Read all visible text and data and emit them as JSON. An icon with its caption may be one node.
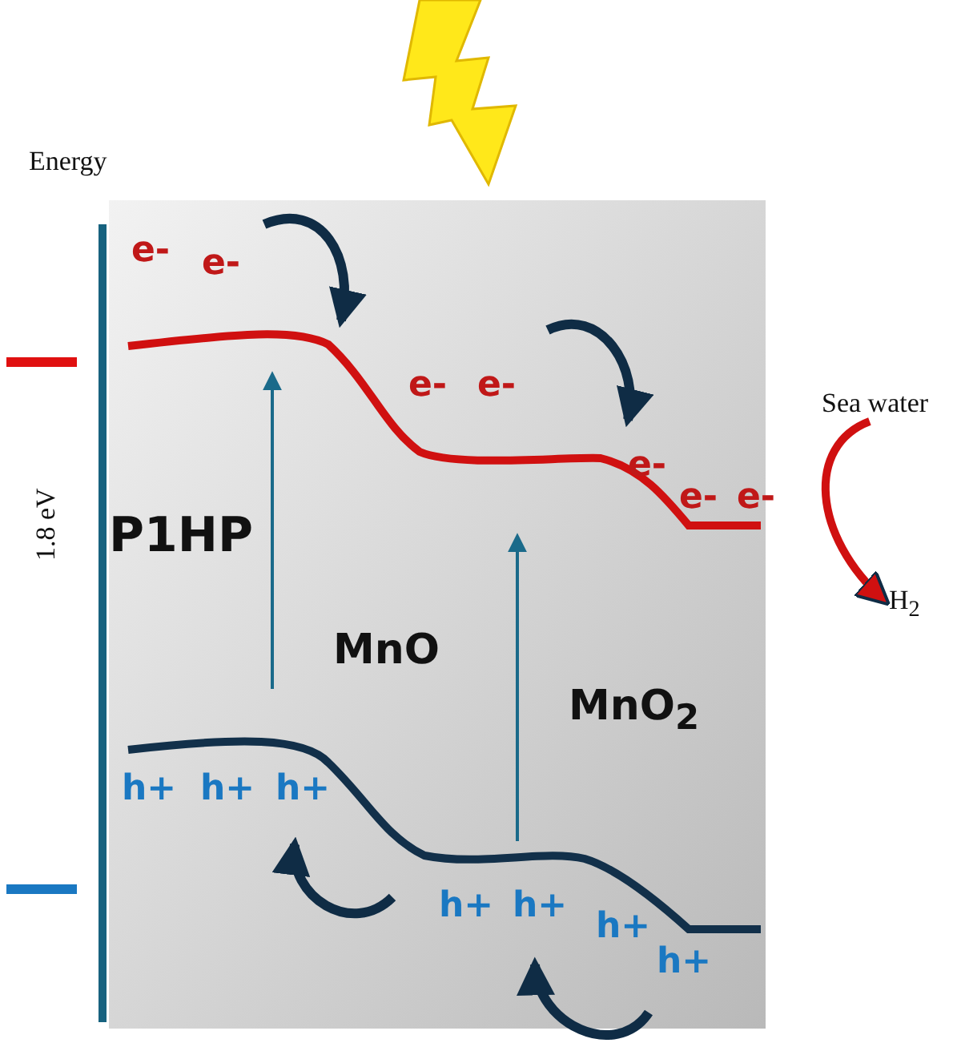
{
  "diagram": {
    "nodes": [
      {
        "text": [
          "Sea water"
        ]
      },
      {
        "text": [
          "H$_{2}$"
        ]
      }
    ],
    "edges": [
      {
        "from": 0,
        "to": 1,
        "arrow": "to",
        "color": "#d01010"
      }
    ],
    "labels": [
      "Energy",
      "e-",
      "e-",
      "e-",
      "e-",
      "e-",
      "e-",
      "e-",
      "P1HP",
      "1.8 eV",
      "MnO",
      "MnO$_{2}$",
      "h+",
      "h+",
      "h+",
      "h+",
      "h+",
      "h+",
      "h+"
    ]
  }
}
